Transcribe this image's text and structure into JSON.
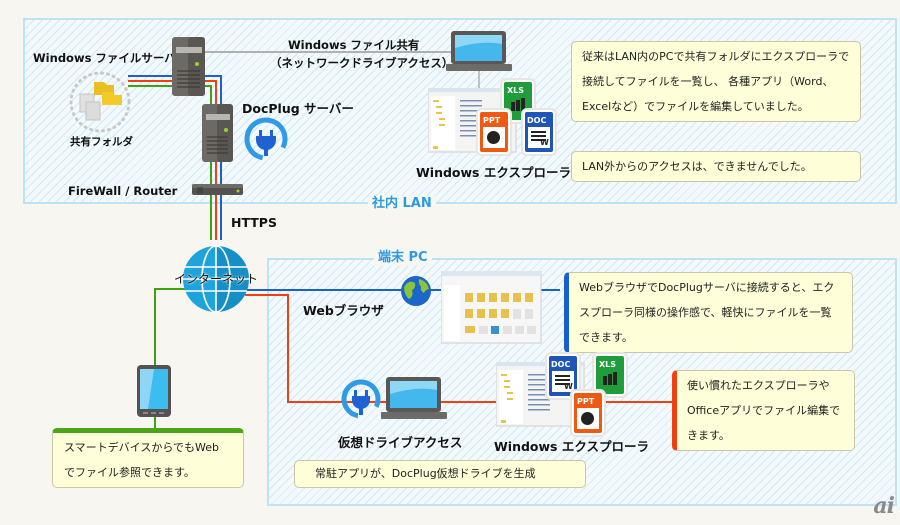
{
  "zones": {
    "lan": {
      "label": "社内 LAN"
    },
    "terminal": {
      "label": "端末 PC"
    }
  },
  "labels": {
    "file_server": "Windows ファイルサーバー",
    "shared_folder": "共有フォルダ",
    "docplug_server": "DocPlug サーバー",
    "firewall": "FireWall / Router",
    "file_share_title": "Windows ファイル共有",
    "file_share_sub": "（ネットワークドライブアクセス）",
    "explorer_top": "Windows エクスプローラ",
    "https": "HTTPS",
    "internet": "インターネット",
    "web_browser": "Webブラウザ",
    "virtual_drive": "仮想ドライブアクセス",
    "explorer_bottom": "Windows エクスプローラ"
  },
  "file_badges": {
    "xls": "XLS",
    "ppt": "PPT",
    "doc": "DOC",
    "word_mark": "W"
  },
  "notes": {
    "legacy": "従来はLAN内のPCで共有フォルダにエクスプローラで接続してファイルを一覧し、 各種アプリ（Word、Excelなど）でファイルを編集していました。",
    "no_external": "LAN外からのアクセスは、できませんでした。",
    "web": "WebブラウザでDocPlugサーバに接続すると、エクスプローラ同様の操作感で、軽快にファイルを一覧できます。",
    "office": "使い慣れたエクスプローラやOfficeアプリでファイル編集できます。",
    "resident": "常駐アプリが、DocPlug仮想ドライブを生成",
    "smart": "スマートデバイスからでもWebでファイル参照できます。"
  },
  "colors": {
    "wire_blue": "#1a5fd6",
    "wire_red": "#f04010",
    "wire_green": "#3fa014",
    "wire_gray": "#b0b0b0",
    "zone_border": "#bfe3f6",
    "zone_label": "#2a9be0",
    "note_bg": "#fefed8"
  },
  "watermark": "ai"
}
